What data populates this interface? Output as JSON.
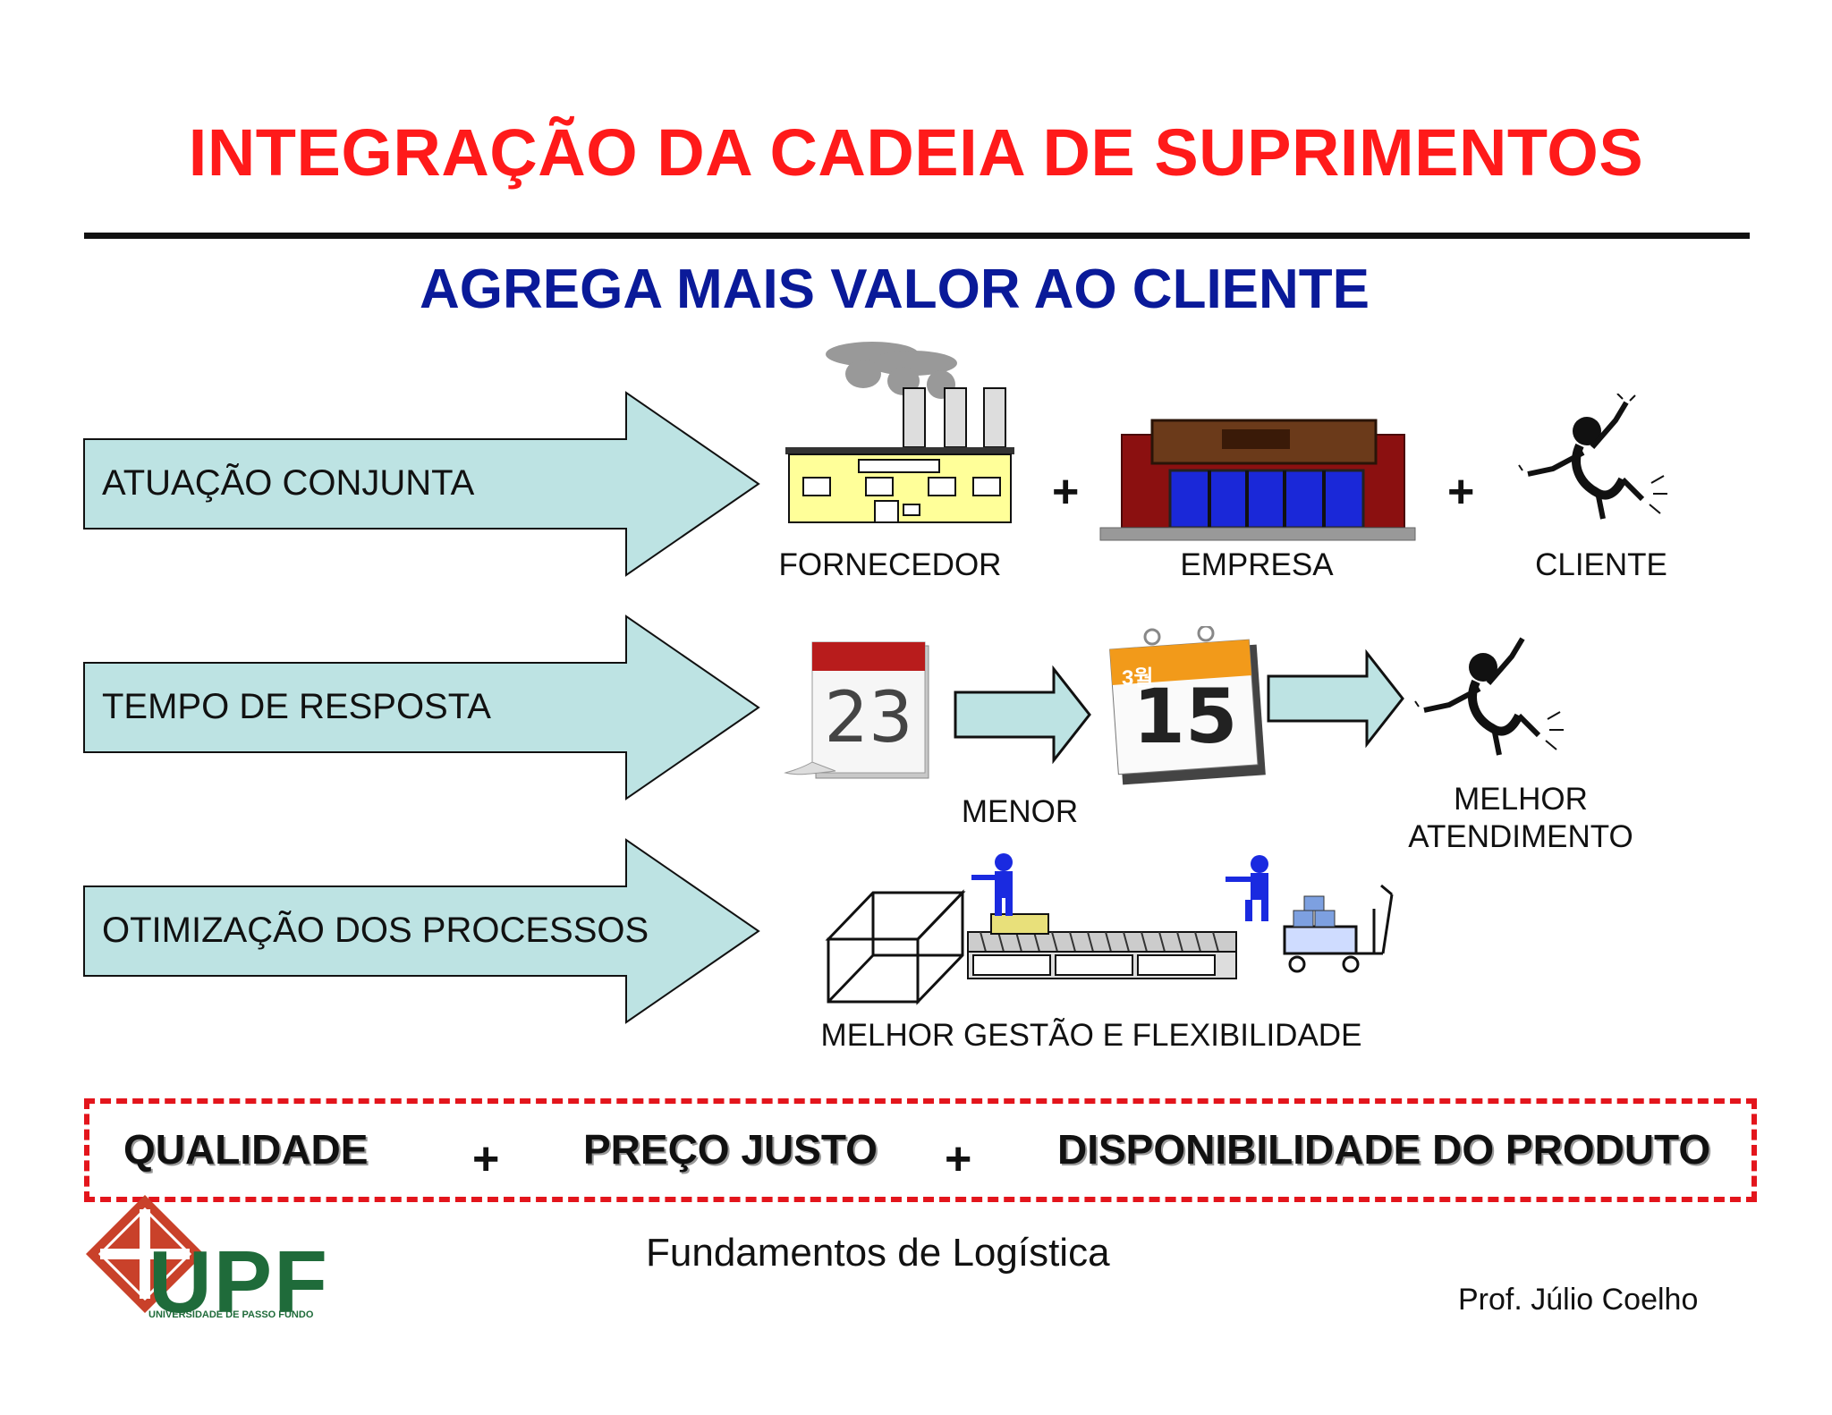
{
  "title": "INTEGRAÇÃO DA CADEIA DE SUPRIMENTOS",
  "subtitle": "AGREGA MAIS VALOR AO CLIENTE",
  "rows": [
    {
      "label": "ATUAÇÃO CONJUNTA"
    },
    {
      "label": "TEMPO DE RESPOSTA"
    },
    {
      "label": "OTIMIZAÇÃO DOS PROCESSOS"
    }
  ],
  "actors": {
    "fornecedor": "FORNECEDOR",
    "empresa": "EMPRESA",
    "cliente": "CLIENTE",
    "plus": "+"
  },
  "tempo": {
    "calendar1_day": "23",
    "calendar2_day": "15",
    "calendar2_month": "3월",
    "menor": "MENOR",
    "melhor_1": "MELHOR",
    "melhor_2": "ATENDIMENTO"
  },
  "processos": {
    "caption": "MELHOR GESTÃO E FLEXIBILIDADE"
  },
  "bottom": {
    "item1": "QUALIDADE",
    "item2": "PREÇO JUSTO",
    "item3": "DISPONIBILIDADE DO PRODUTO",
    "plus": "+"
  },
  "footer": {
    "course": "Fundamentos de Logística",
    "professor": "Prof. Júlio Coelho",
    "logo_text": "UPF",
    "logo_sub": "UNIVERSIDADE DE PASSO FUNDO"
  },
  "colors": {
    "title": "#ff1a1a",
    "subtitle": "#0a1a99",
    "arrow_fill": "#bde3e3",
    "dash_border": "#e3151c",
    "upf_green": "#1f6b3a",
    "upf_red": "#c9412a"
  }
}
